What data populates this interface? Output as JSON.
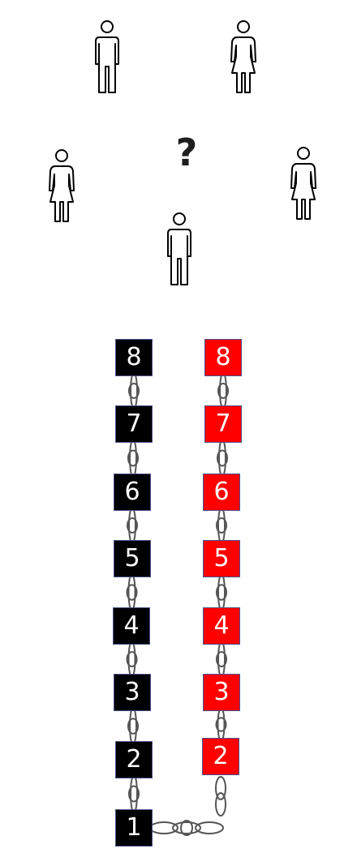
{
  "people": [
    {
      "id": "man-top-left",
      "gender": "man",
      "icon": "man-icon"
    },
    {
      "id": "woman-top-right",
      "gender": "woman",
      "icon": "woman-icon"
    },
    {
      "id": "woman-left",
      "gender": "woman",
      "icon": "woman-icon"
    },
    {
      "id": "woman-right",
      "gender": "woman",
      "icon": "woman-icon"
    },
    {
      "id": "man-center",
      "gender": "man",
      "icon": "man-icon"
    }
  ],
  "question_mark": "?",
  "black_chain": {
    "color": "#000000",
    "labels": [
      "8",
      "7",
      "6",
      "5",
      "4",
      "3",
      "2",
      "1"
    ]
  },
  "red_chain": {
    "color": "#ff0000",
    "labels": [
      "8",
      "7",
      "6",
      "5",
      "4",
      "3",
      "2"
    ]
  },
  "link_icon": "chain-link-icon"
}
